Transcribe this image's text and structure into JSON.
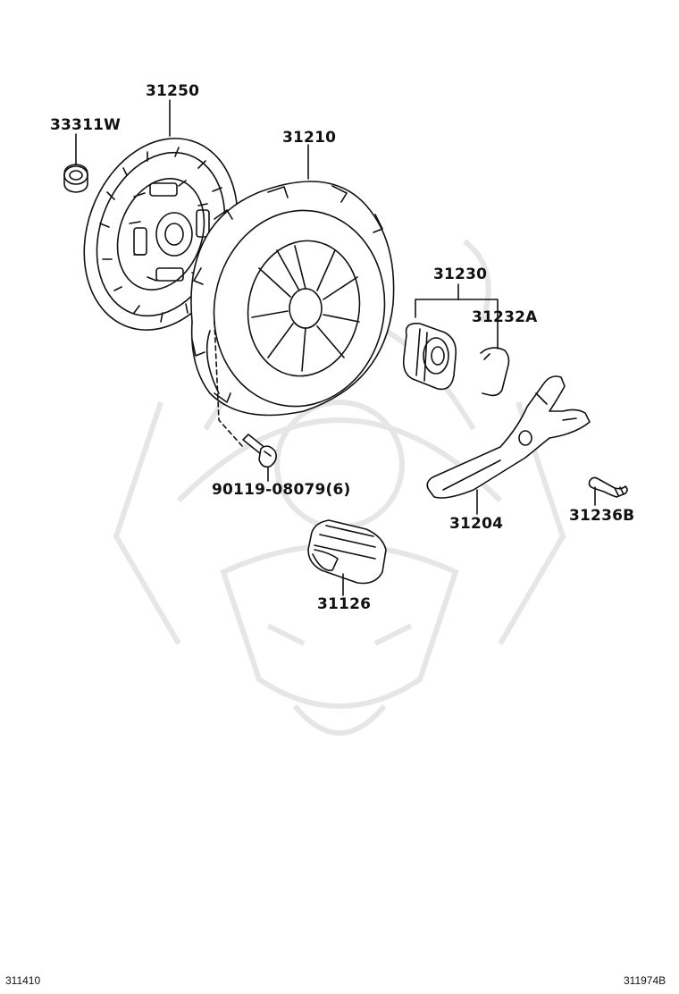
{
  "parts": [
    {
      "id": "p33311",
      "label": "33311W"
    },
    {
      "id": "p31250",
      "label": "31250"
    },
    {
      "id": "p31210",
      "label": "31210"
    },
    {
      "id": "p31230",
      "label": "31230"
    },
    {
      "id": "p31232",
      "label": "31232A"
    },
    {
      "id": "p90119",
      "label": "90119-08079(6)"
    },
    {
      "id": "p31204",
      "label": "31204"
    },
    {
      "id": "p31236",
      "label": "31236B"
    },
    {
      "id": "p31126",
      "label": "31126"
    }
  ],
  "footer": {
    "left_code": "311410",
    "right_code": "311974B"
  },
  "colors": {
    "line": "#111111",
    "watermark": "#e6e6e6"
  }
}
